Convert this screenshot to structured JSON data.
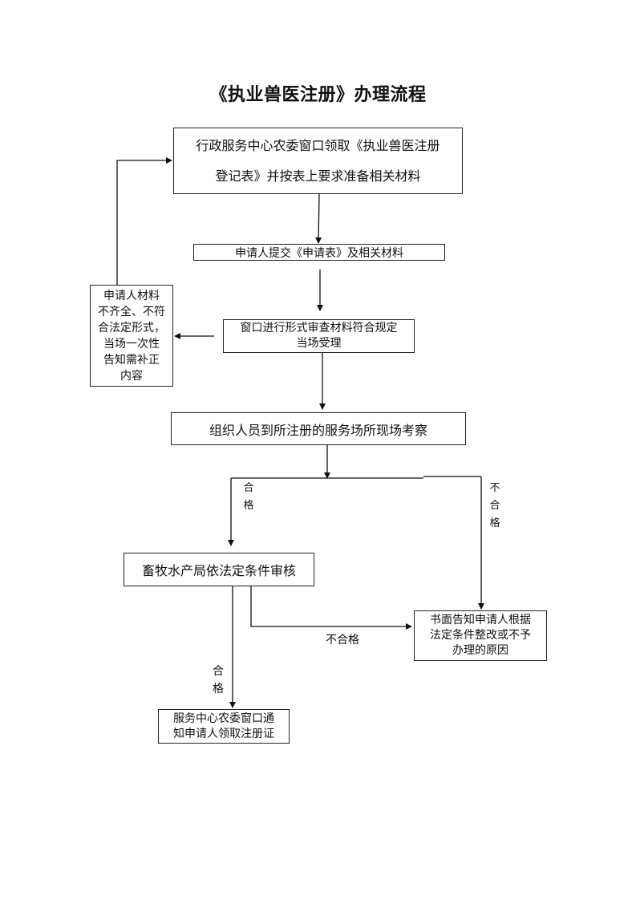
{
  "title": "《执业兽医注册》办理流程",
  "nodes": {
    "step1": {
      "line1": "行政服务中心农委窗口领取《执业兽医注册",
      "line2": "登记表》并按表上要求准备相关材料"
    },
    "step2": "申请人提交《申请表》及相关材料",
    "step3": {
      "line1": "窗口进行形式审查材料符合规定",
      "line2": "当场受理"
    },
    "reject_notice": {
      "line1": "申请人材料",
      "line2": "不齐全、不符",
      "line3": "合法定形式，",
      "line4": "当场一次性",
      "line5": "告知需补正",
      "line6": "内容"
    },
    "step4": "组织人员到所注册的服务场所现场考察",
    "step5": "畜牧水产局依法定条件审核",
    "written_notice": {
      "line1": "书面告知申请人根据",
      "line2": "法定条件整改或不予",
      "line3": "办理的原因"
    },
    "step6": {
      "line1": "服务中心农委窗口通",
      "line2": "知申请人领取注册证"
    }
  },
  "labels": {
    "pass_1": {
      "c1": "合",
      "c2": "格"
    },
    "fail_1": {
      "c1": "不",
      "c2": "合",
      "c3": "格"
    },
    "fail_2": "不合格",
    "pass_2": {
      "c1": "合",
      "c2": "格"
    }
  }
}
